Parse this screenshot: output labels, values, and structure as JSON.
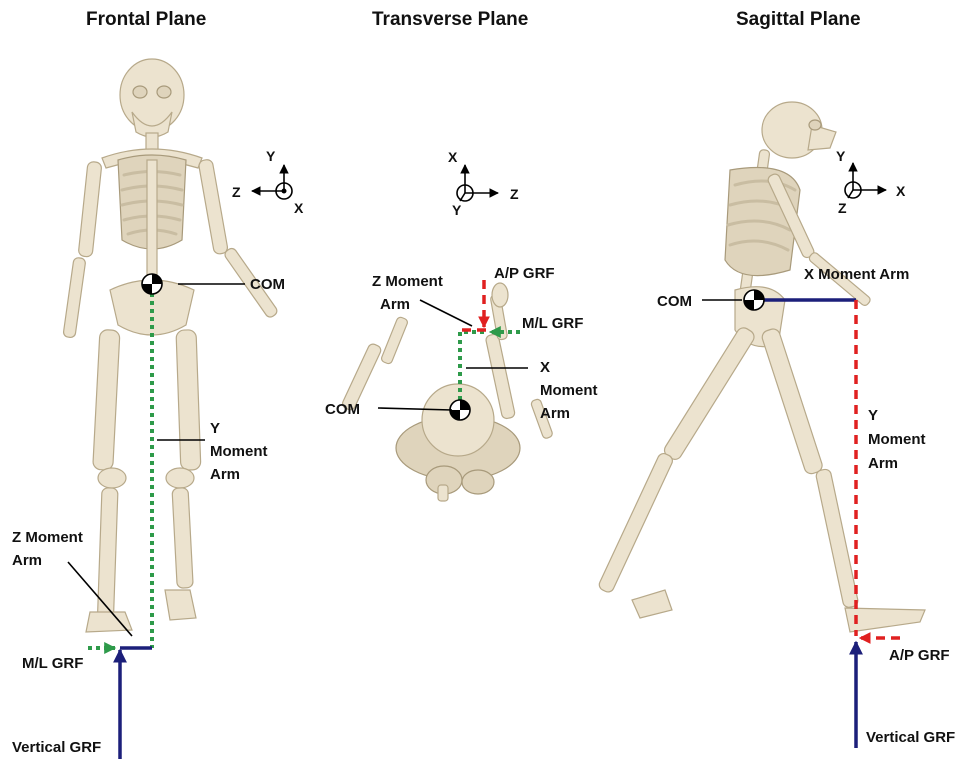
{
  "panels": {
    "frontal": {
      "title": "Frontal Plane",
      "axes": {
        "y": "Y",
        "z": "Z",
        "x": "X"
      },
      "com": "COM",
      "y_moment_arm": [
        "Y",
        "Moment",
        "Arm"
      ],
      "z_moment_arm": [
        "Z Moment",
        "Arm"
      ],
      "ml_grf": "M/L GRF",
      "vertical_grf": "Vertical GRF"
    },
    "transverse": {
      "title": "Transverse Plane",
      "axes": {
        "x": "X",
        "z": "Z",
        "y": "Y"
      },
      "z_moment_arm": [
        "Z Moment",
        "Arm"
      ],
      "ap_grf": "A/P GRF",
      "ml_grf": "M/L GRF",
      "x_moment_arm": [
        "X",
        "Moment",
        "Arm"
      ],
      "com": "COM"
    },
    "sagittal": {
      "title": "Sagittal Plane",
      "axes": {
        "y": "Y",
        "x": "X",
        "z": "Z"
      },
      "x_moment_arm": "X Moment Arm",
      "com": "COM",
      "y_moment_arm": [
        "Y",
        "Moment",
        "Arm"
      ],
      "ap_grf": "A/P GRF",
      "vertical_grf": "Vertical GRF"
    }
  },
  "colors": {
    "green_dotted": "#2e9a4a",
    "red_dashed": "#e02020",
    "navy_solid": "#1c1f7a",
    "bone": "#ece3cf"
  }
}
